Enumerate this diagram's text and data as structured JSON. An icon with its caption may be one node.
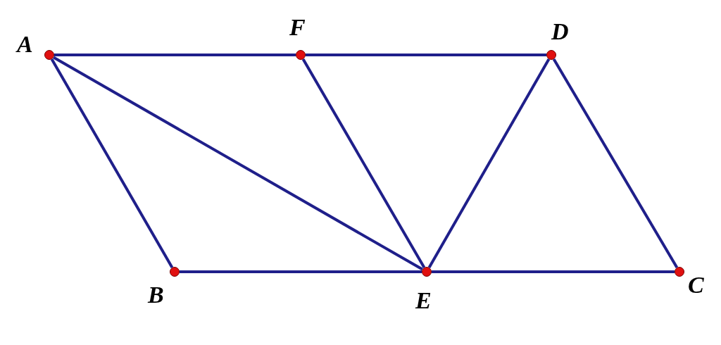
{
  "diagram": {
    "nodes": [
      {
        "text": [],
        "shape": "circle",
        "beside": [
          "A"
        ]
      },
      {
        "text": [],
        "shape": "circle",
        "beside": [
          "F"
        ]
      },
      {
        "text": [],
        "shape": "circle",
        "beside": [
          "D"
        ]
      },
      {
        "text": [],
        "shape": "circle",
        "beside": [
          "B"
        ]
      },
      {
        "text": [],
        "shape": "circle",
        "beside": [
          "E"
        ]
      },
      {
        "text": [],
        "shape": "circle",
        "beside": [
          "C"
        ]
      }
    ],
    "edges": [
      {
        "from": 0,
        "to": 1,
        "arrow": "none"
      },
      {
        "from": 1,
        "to": 2,
        "arrow": "none"
      },
      {
        "from": 0,
        "to": 3,
        "arrow": "none"
      },
      {
        "from": 0,
        "to": 4,
        "arrow": "none"
      },
      {
        "from": 1,
        "to": 4,
        "arrow": "none"
      },
      {
        "from": 2,
        "to": 4,
        "arrow": "none"
      },
      {
        "from": 2,
        "to": 5,
        "arrow": "none"
      },
      {
        "from": 3,
        "to": 4,
        "arrow": "none"
      },
      {
        "from": 4,
        "to": 5,
        "arrow": "none"
      }
    ]
  }
}
